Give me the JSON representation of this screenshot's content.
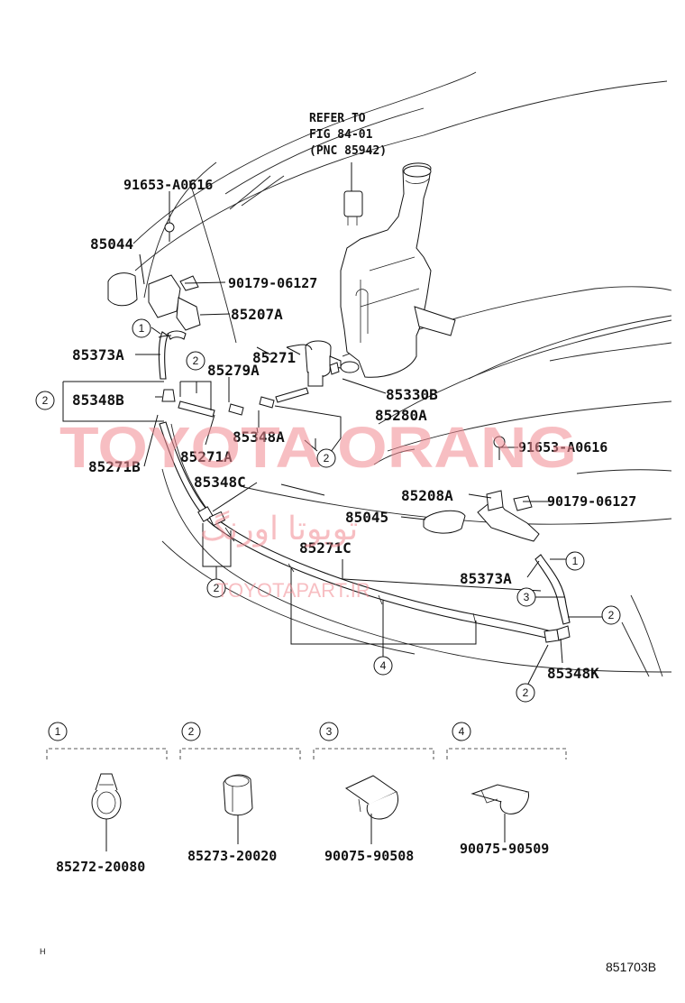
{
  "refer": {
    "line1": "REFER TO",
    "line2": "FIG 84-01",
    "line3": "(PNC 85942)"
  },
  "parts": {
    "p91653_left": "91653-A0616",
    "p85044": "85044",
    "p90179_left": "90179-06127",
    "p85207A": "85207A",
    "p85373A_left": "85373A",
    "p85271": "85271",
    "p85279A": "85279A",
    "p85348B": "85348B",
    "p85330B": "85330B",
    "p85280A": "85280A",
    "p85348A": "85348A",
    "p85271A": "85271A",
    "p85271B": "85271B",
    "p91653_right": "91653-A0616",
    "p85348C": "85348C",
    "p85208A": "85208A",
    "p90179_right": "90179-06127",
    "p85045": "85045",
    "p85271C": "85271C",
    "p85373A_right": "85373A",
    "p85348K": "85348K"
  },
  "legend": [
    {
      "num": "1",
      "part": "85272-20080"
    },
    {
      "num": "2",
      "part": "85273-20020"
    },
    {
      "num": "3",
      "part": "90075-90508"
    },
    {
      "num": "4",
      "part": "90075-90509"
    }
  ],
  "watermark": {
    "brand": "TOYOTA ORANG",
    "persian": "تویوتا اورنگ",
    "site": "TOYOTAPART.IR"
  },
  "footer": {
    "left_mark": "H",
    "code": "851703B"
  }
}
